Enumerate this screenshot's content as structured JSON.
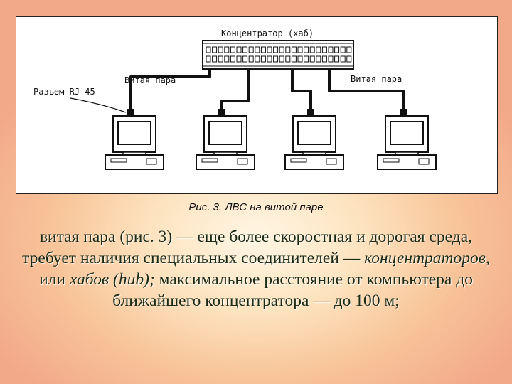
{
  "diagram": {
    "hub_label": "Концентратор (хаб)",
    "cable_left_label": "Витая пара",
    "cable_right_label": "Витая пара",
    "connector_label": "Разъем RJ-45"
  },
  "caption": "Рис. 3. ЛВС на витой паре",
  "body": {
    "part1": "витая пара (рис. 3) — еще более скоростная и дорогая среда, требует наличия специальных соединителей — ",
    "term_hubs": "концентраторов,",
    "part2": " или ",
    "term_hub": "хабов (hub);",
    "part3": " максимальное расстояние от компьютера до ближайшего концентратора — до 100 м;"
  },
  "colors": {
    "body_text": "#1c2a14",
    "line": "#111111"
  }
}
